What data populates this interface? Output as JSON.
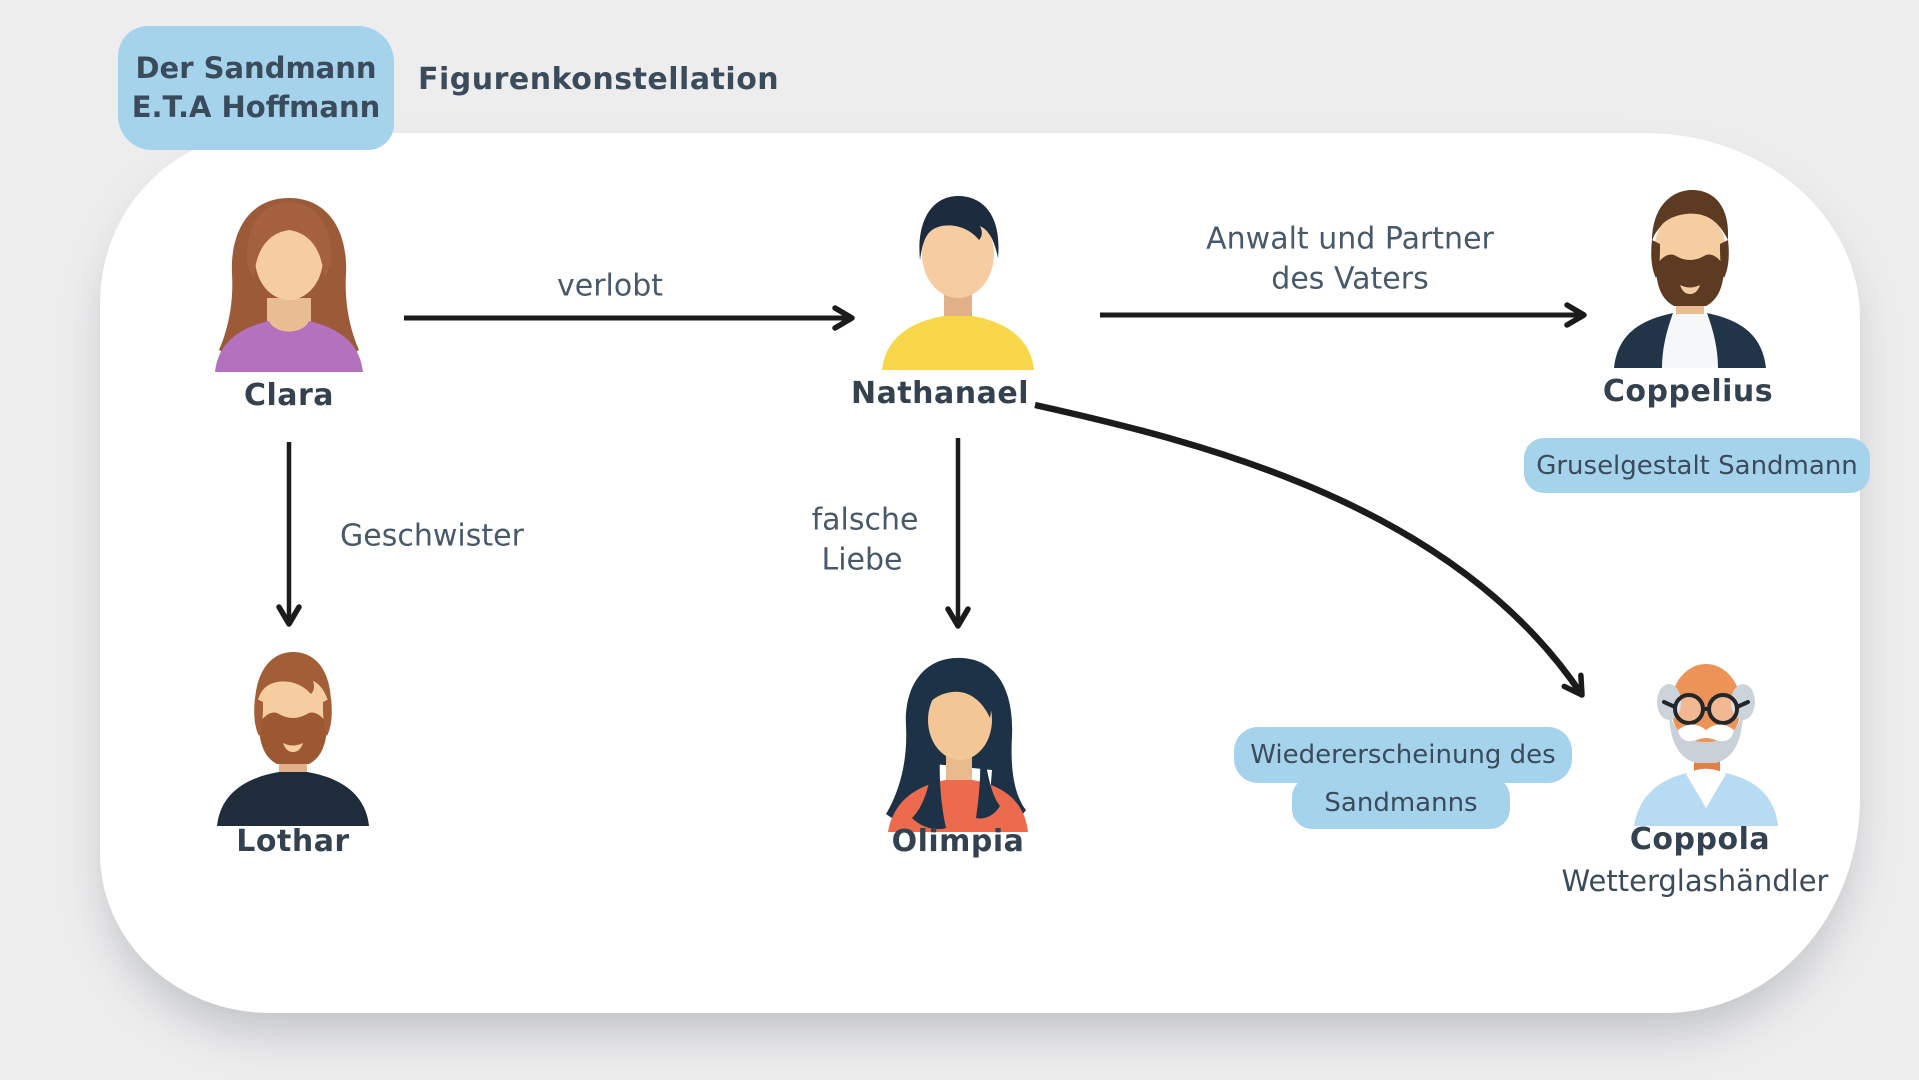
{
  "title_card": {
    "line1": "Der Sandmann",
    "line2": "E.T.A Hoffmann"
  },
  "heading": "Figurenkonstellation",
  "characters": {
    "clara": {
      "name": "Clara"
    },
    "nathanael": {
      "name": "Nathanael"
    },
    "coppelius": {
      "name": "Coppelius",
      "badge": "Gruselgestalt Sandmann"
    },
    "lothar": {
      "name": "Lothar"
    },
    "olimpia": {
      "name": "Olimpia"
    },
    "coppola": {
      "name": "Coppola",
      "role": "Wetterglashändler",
      "badge_line1": "Wiedererscheinung des",
      "badge_line2": "Sandmanns"
    }
  },
  "relations": {
    "clara_nathanael": {
      "from": "Clara",
      "to": "Nathanael",
      "label": "verlobt"
    },
    "nathanael_coppelius": {
      "from": "Nathanael",
      "to": "Coppelius",
      "label_line1": "Anwalt und Partner",
      "label_line2": "des Vaters"
    },
    "clara_lothar": {
      "from": "Clara",
      "to": "Lothar",
      "label": "Geschwister"
    },
    "nathanael_olimpia": {
      "from": "Nathanael",
      "to": "Olimpia",
      "label_line1": "falsche",
      "label_line2": "Liebe"
    },
    "nathanael_coppola": {
      "from": "Nathanael",
      "to": "Coppola"
    }
  },
  "colors": {
    "background": "#ededee",
    "panel": "#ffffff",
    "badge_blue": "#a6d3ec",
    "text": "#3a4b5b",
    "text_strong": "#33424e",
    "text_soft": "#48596a",
    "arrow": "#1b1b1b",
    "clara_hair": "#9c5a39",
    "clara_top": "#b471bd",
    "nathanael_hair": "#1c2c3e",
    "nathanael_shirt": "#f8d84a",
    "coppelius_hair": "#5d3a22",
    "coppelius_jacket": "#223448",
    "lothar_hair": "#a25e37",
    "lothar_shirt": "#1e2c3c",
    "olimpia_hair": "#1d3246",
    "olimpia_top": "#ec6a4d",
    "coppola_skin": "#ec9357",
    "coppola_shirt": "#b7dbf3"
  }
}
